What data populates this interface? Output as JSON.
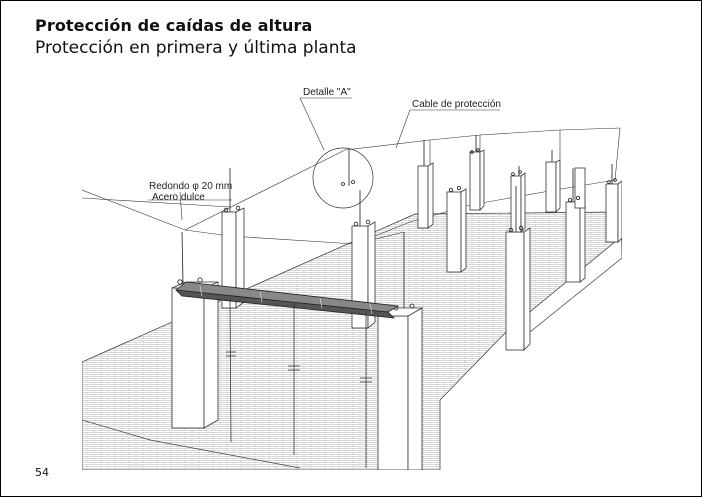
{
  "document": {
    "title": "Protección de caídas de altura",
    "subtitle": "Protección en primera y última planta",
    "page_number": "54"
  },
  "drawing": {
    "labels": {
      "detail": "Detalle \"A\"",
      "cable": "Cable de protección",
      "round_bar": "Redondo  φ  20 mm",
      "material": "Acero dulce"
    }
  }
}
